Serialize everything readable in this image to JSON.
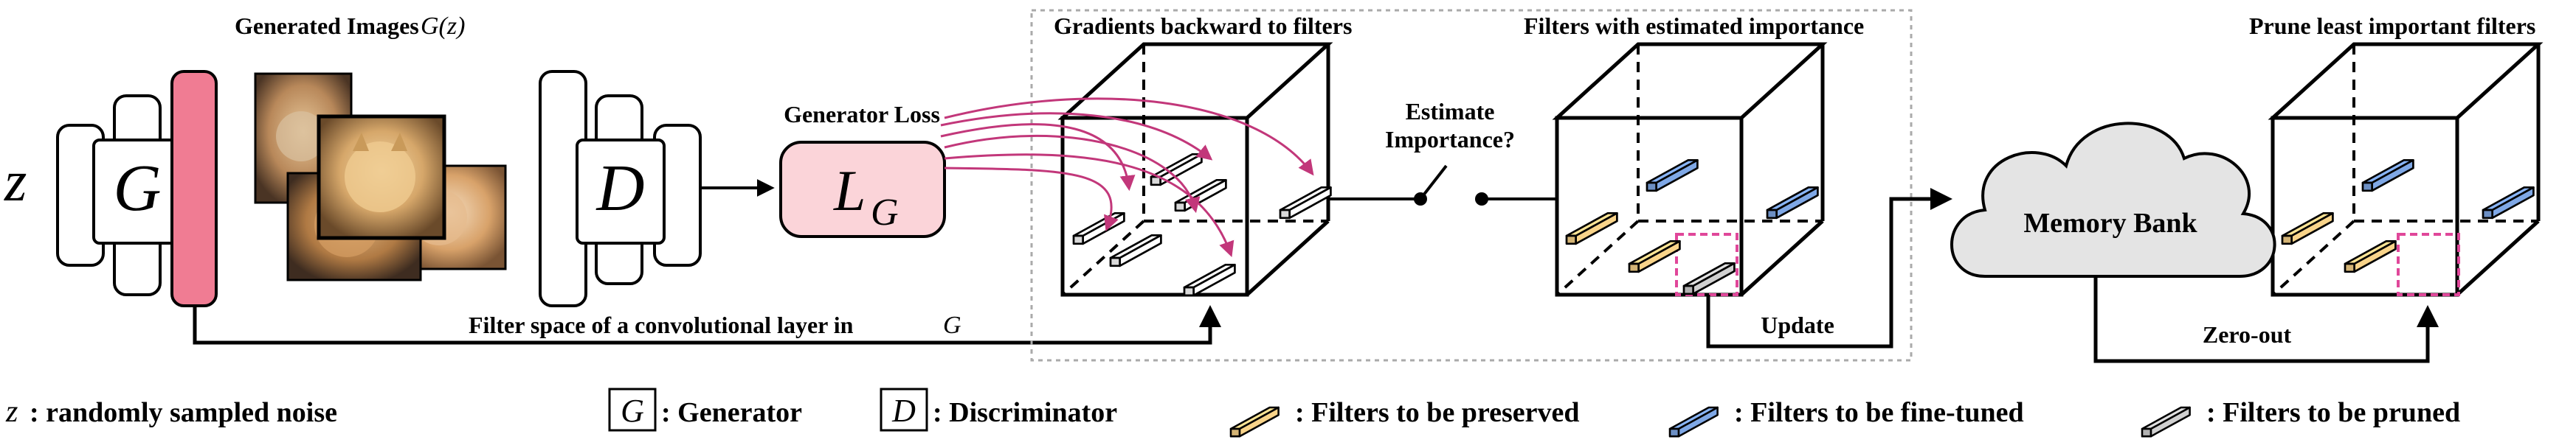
{
  "labels": {
    "generated_images": "Generated Images",
    "generated_images_math": "G(z)",
    "generator_loss": "Generator Loss",
    "loss_symbol": "L",
    "loss_subscript": "G",
    "z_symbol": "z",
    "g_symbol": "G",
    "d_symbol": "D",
    "filter_space": "Filter space of a convolutional layer in",
    "filter_space_math": "G",
    "gradients_backward": "Gradients backward to filters",
    "filters_importance": "Filters with estimated importance",
    "estimate_line1": "Estimate",
    "estimate_line2": "Importance?",
    "memory_bank": "Memory Bank",
    "update": "Update",
    "zero_out": "Zero-out",
    "prune_least": "Prune least important filters"
  },
  "legend": {
    "z_symbol": "z",
    "z_text": ": randomly sampled noise",
    "g_symbol": "G",
    "g_text": ": Generator",
    "d_symbol": "D",
    "d_text": ": Discriminator",
    "preserved_text": ": Filters to be preserved",
    "finetuned_text": ": Filters to be fine-tuned",
    "pruned_text": ": Filters to be pruned"
  },
  "colors": {
    "preserved": "#f9d48a",
    "finetuned": "#7fa8e6",
    "pruned": "#d0d0d0",
    "generator_output": "#f07c93",
    "loss_fill": "#fbd4d9",
    "arrow_magenta": "#c2377a",
    "dashed_box_magenta": "#e0479a",
    "cloud_fill": "#e4e4e4"
  },
  "images": {
    "description_icons": [
      "cat-image-1",
      "cat-image-2",
      "cat-image-3",
      "cat-image-4"
    ]
  }
}
